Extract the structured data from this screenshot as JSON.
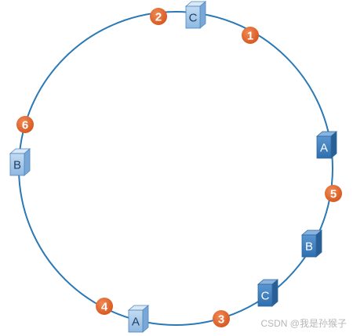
{
  "ring": {
    "color": "#2a78b5"
  },
  "nodes": [
    {
      "label": "C",
      "tone": "light"
    },
    {
      "label": "A",
      "tone": "dark"
    },
    {
      "label": "B",
      "tone": "dark"
    },
    {
      "label": "C",
      "tone": "dark"
    },
    {
      "label": "A",
      "tone": "light"
    },
    {
      "label": "B",
      "tone": "light"
    }
  ],
  "keys": [
    {
      "label": "1"
    },
    {
      "label": "2"
    },
    {
      "label": "3"
    },
    {
      "label": "4"
    },
    {
      "label": "5"
    },
    {
      "label": "6"
    }
  ],
  "colors": {
    "key": "#e0642a",
    "node_light": "#a8c9ea",
    "node_dark": "#3f82c3"
  },
  "watermark": "CSDN @我是孙猴子"
}
